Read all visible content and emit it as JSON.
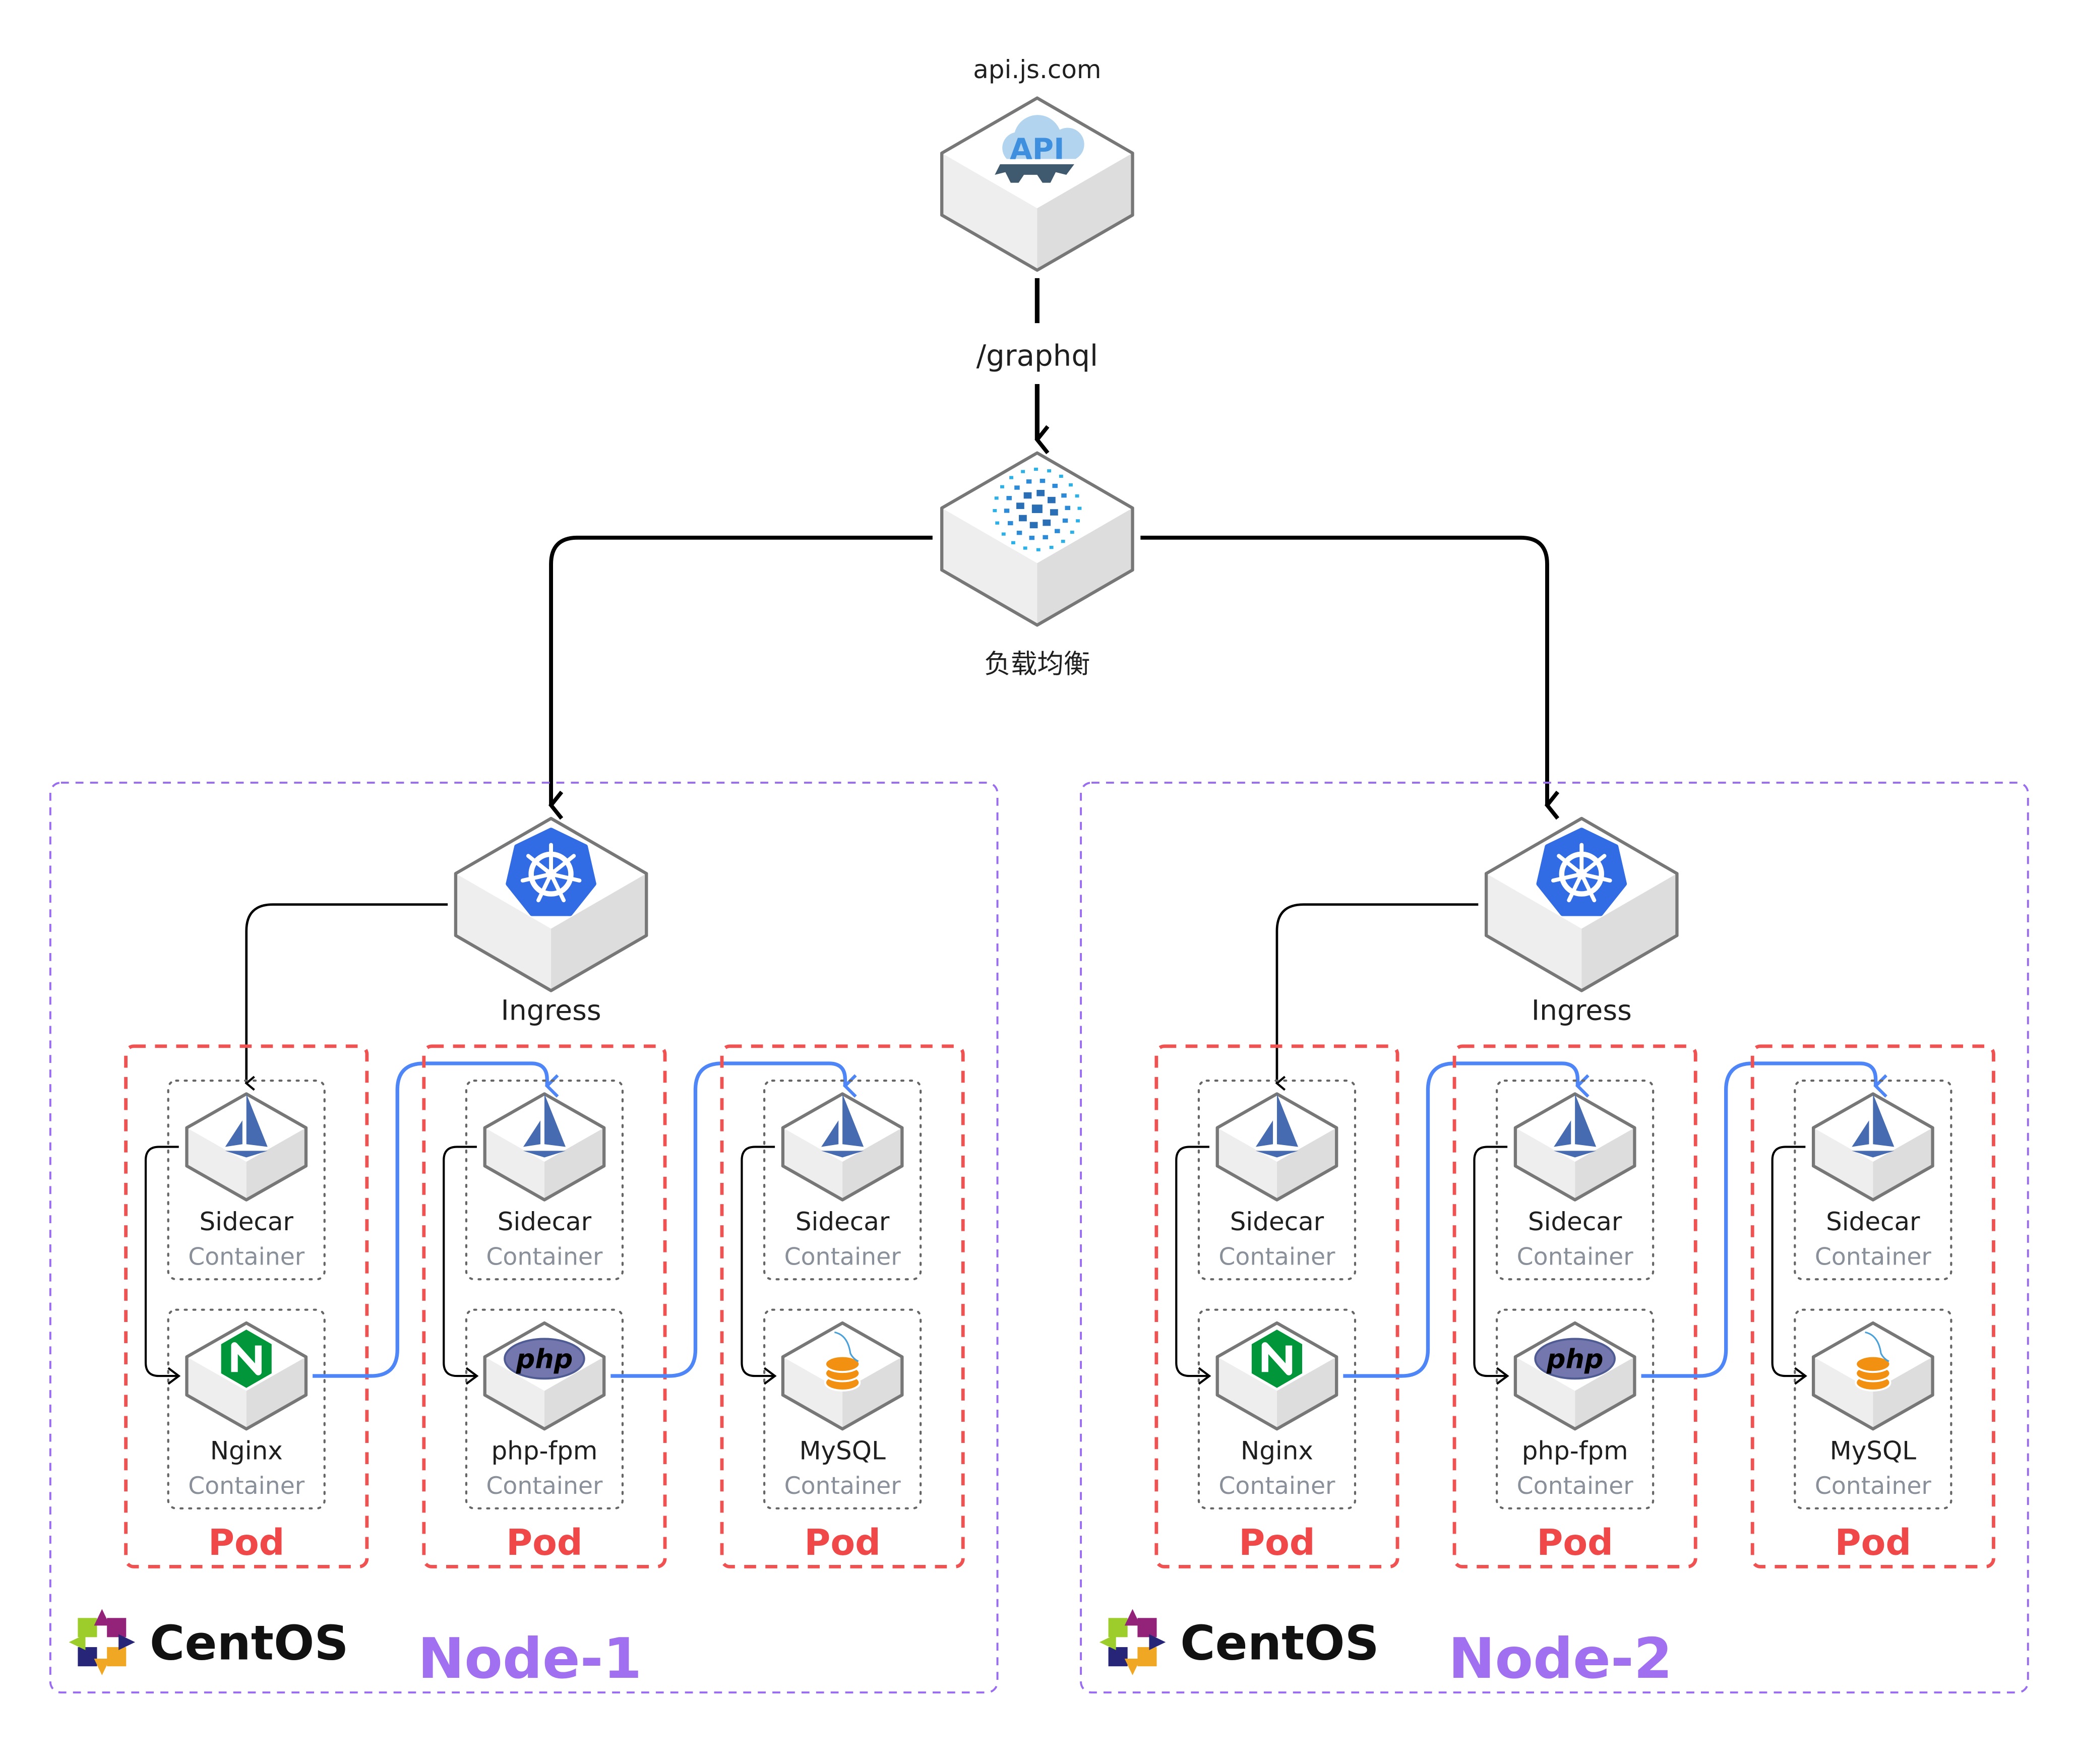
{
  "top": {
    "api_label": "api.js.com",
    "route_label": "/graphql",
    "lb_label": "负载均衡",
    "api_icon_text": "API"
  },
  "colors": {
    "pod_border": "#f05252",
    "pod_label": "#f04848",
    "node_border": "#9a6cf0",
    "node_label": "#a070f0",
    "flow_line": "#4f86f7",
    "container_sub": "#8a9099"
  },
  "nodes": [
    {
      "name": "Node-1",
      "os_label": "CentOS",
      "ingress_label": "Ingress",
      "pods": [
        {
          "label": "Pod",
          "sidecar": {
            "name": "Sidecar",
            "sub": "Container",
            "icon": "istio-sail-icon"
          },
          "app": {
            "name": "Nginx",
            "sub": "Container",
            "icon": "nginx-icon"
          }
        },
        {
          "label": "Pod",
          "sidecar": {
            "name": "Sidecar",
            "sub": "Container",
            "icon": "istio-sail-icon"
          },
          "app": {
            "name": "php-fpm",
            "sub": "Container",
            "icon": "php-icon",
            "icon_text": "php"
          }
        },
        {
          "label": "Pod",
          "sidecar": {
            "name": "Sidecar",
            "sub": "Container",
            "icon": "istio-sail-icon"
          },
          "app": {
            "name": "MySQL",
            "sub": "Container",
            "icon": "mysql-database-icon"
          }
        }
      ]
    },
    {
      "name": "Node-2",
      "os_label": "CentOS",
      "ingress_label": "Ingress",
      "pods": [
        {
          "label": "Pod",
          "sidecar": {
            "name": "Sidecar",
            "sub": "Container",
            "icon": "istio-sail-icon"
          },
          "app": {
            "name": "Nginx",
            "sub": "Container",
            "icon": "nginx-icon"
          }
        },
        {
          "label": "Pod",
          "sidecar": {
            "name": "Sidecar",
            "sub": "Container",
            "icon": "istio-sail-icon"
          },
          "app": {
            "name": "php-fpm",
            "sub": "Container",
            "icon": "php-icon",
            "icon_text": "php"
          }
        },
        {
          "label": "Pod",
          "sidecar": {
            "name": "Sidecar",
            "sub": "Container",
            "icon": "istio-sail-icon"
          },
          "app": {
            "name": "MySQL",
            "sub": "Container",
            "icon": "mysql-database-icon"
          }
        }
      ]
    }
  ]
}
